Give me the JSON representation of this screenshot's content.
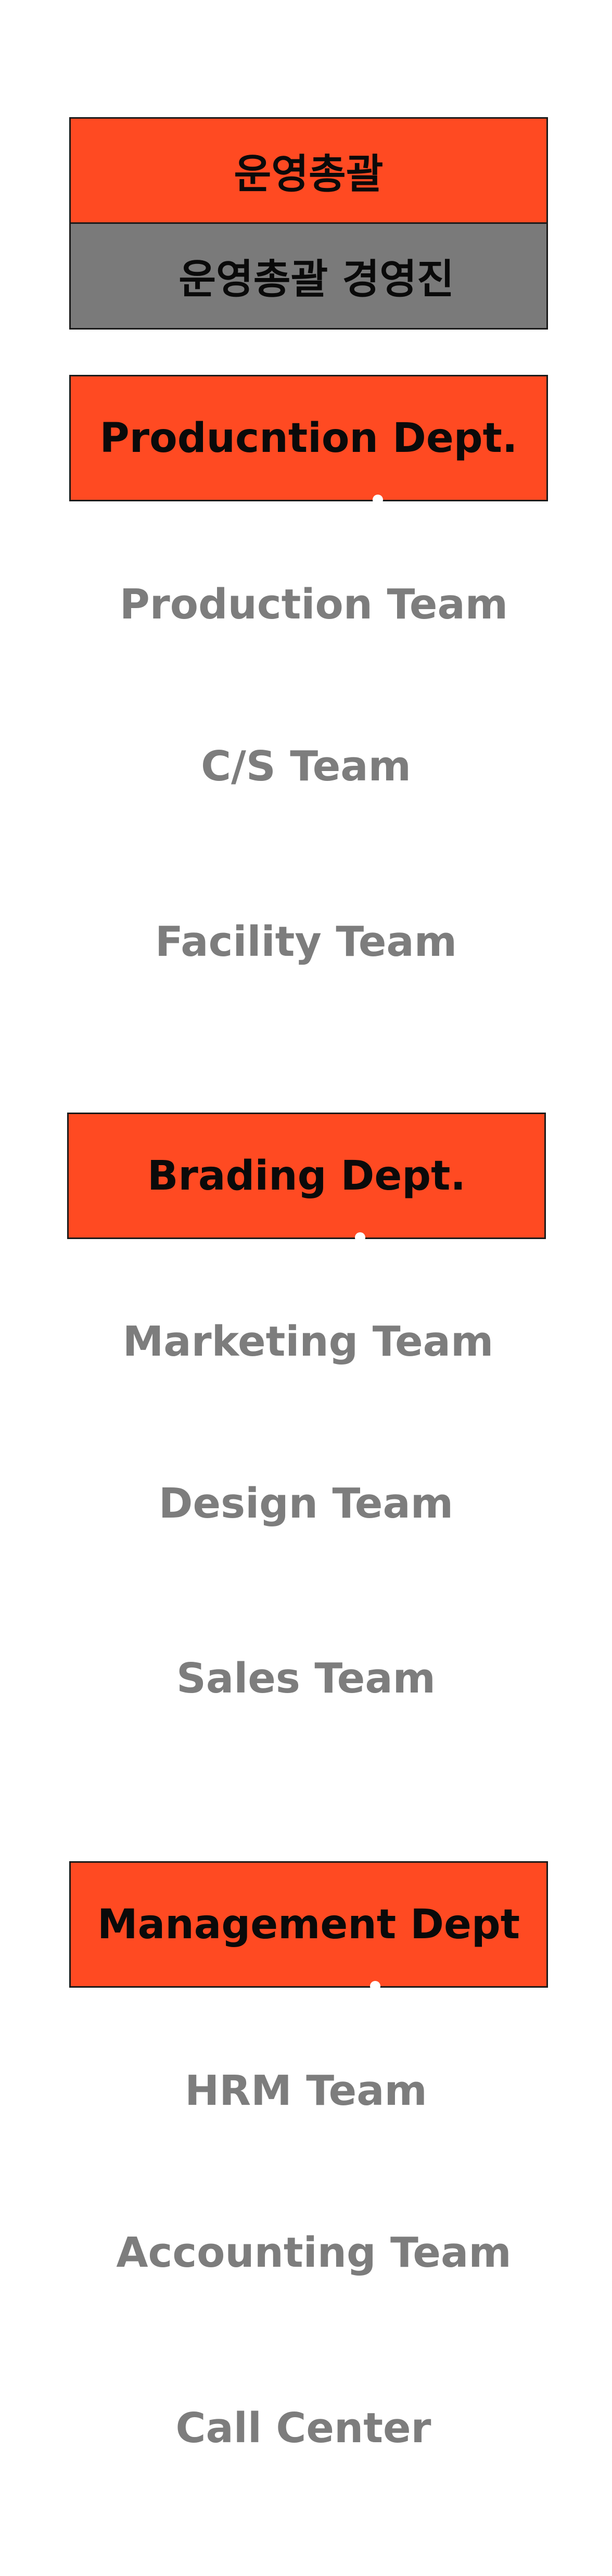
{
  "top": {
    "title": "운영총괄",
    "subtitle": "운영총괄 경영진"
  },
  "departments": [
    {
      "name": "Producntion Dept.",
      "teams": [
        "Production Team",
        "C/S Team",
        "Facility Team"
      ]
    },
    {
      "name": "Brading Dept.",
      "teams": [
        "Marketing Team",
        "Design Team",
        "Sales Team"
      ]
    },
    {
      "name": "Management Dept",
      "teams": [
        "HRM Team",
        "Accounting Team",
        "Call Center"
      ]
    }
  ],
  "colors": {
    "accent": "#ff4a22",
    "exec_box": "#7a7a7a",
    "team_text": "#7d7d7d"
  }
}
